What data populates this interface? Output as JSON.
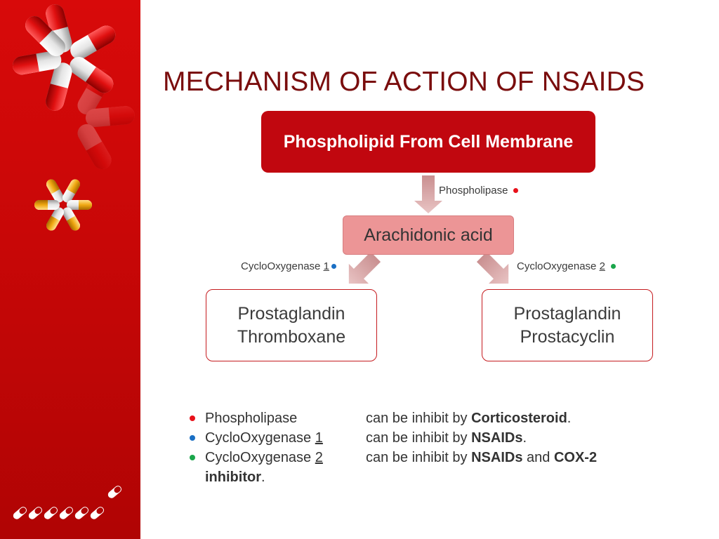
{
  "title": "MECHANISM OF ACTION OF NSAIDS",
  "colors": {
    "brand_red": "#c1070f",
    "title": "#7a0d0d",
    "mid_box": "#ec9596",
    "dot_phospholipase": "#e8111a",
    "dot_cox1": "#1a6fc4",
    "dot_cox2": "#1aa64b"
  },
  "diagram": {
    "top_node": "Phospholipid From Cell Membrane",
    "mid_node": "Arachidonic acid",
    "left_node": {
      "line1": "Prostaglandin",
      "line2": "Thromboxane"
    },
    "right_node": {
      "line1": "Prostaglandin",
      "line2": "Prostacyclin"
    },
    "edge_labels": {
      "phospholipase": "Phospholipase",
      "cox1_name": "CycloOxygenase ",
      "cox1_num": "1",
      "cox2_name": "CycloOxygenase ",
      "cox2_num": "2"
    }
  },
  "legend": [
    {
      "name": "Phospholipase",
      "num": "",
      "pre": "can be inhibit by ",
      "bold1": "Corticosteroid",
      "post": "."
    },
    {
      "name": "CycloOxygenase ",
      "num": "1",
      "pre": "can be inhibit by ",
      "bold1": "NSAIDs",
      "post": "."
    },
    {
      "name": "CycloOxygenase ",
      "num": "2",
      "pre": "can be inhibit by ",
      "bold1": "NSAIDs",
      "mid": " and ",
      "bold2": "COX-2",
      "cont_bold": "inhibitor",
      "post": "."
    }
  ]
}
